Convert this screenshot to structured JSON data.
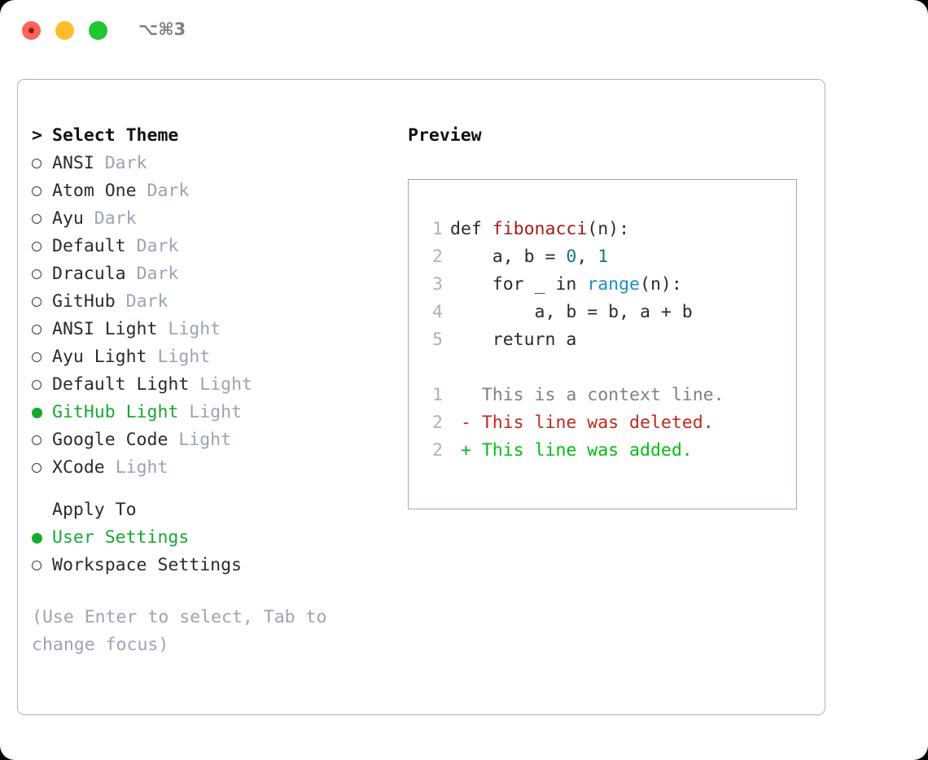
{
  "titlebar": {
    "shortcut": "⌥⌘3",
    "lights": [
      "close",
      "minimize",
      "zoom"
    ]
  },
  "left": {
    "header": {
      "caret": ">",
      "label": "Select Theme"
    },
    "themes": [
      {
        "name": "ANSI",
        "badge": "Dark",
        "selected": false
      },
      {
        "name": "Atom One",
        "badge": "Dark",
        "selected": false
      },
      {
        "name": "Ayu",
        "badge": "Dark",
        "selected": false
      },
      {
        "name": "Default",
        "badge": "Dark",
        "selected": false
      },
      {
        "name": "Dracula",
        "badge": "Dark",
        "selected": false
      },
      {
        "name": "GitHub",
        "badge": "Dark",
        "selected": false
      },
      {
        "name": "ANSI Light",
        "badge": "Light",
        "selected": false
      },
      {
        "name": "Ayu Light",
        "badge": "Light",
        "selected": false
      },
      {
        "name": "Default Light",
        "badge": "Light",
        "selected": false
      },
      {
        "name": "GitHub Light",
        "badge": "Light",
        "selected": true
      },
      {
        "name": "Google Code",
        "badge": "Light",
        "selected": false
      },
      {
        "name": "XCode",
        "badge": "Light",
        "selected": false
      }
    ],
    "apply_to": {
      "header": "Apply To",
      "options": [
        {
          "name": "User Settings",
          "selected": true
        },
        {
          "name": "Workspace Settings",
          "selected": false
        }
      ]
    },
    "hint": "(Use Enter to select, Tab to change focus)"
  },
  "right": {
    "title": "Preview",
    "code": [
      {
        "no": "1",
        "parts": [
          {
            "t": "def ",
            "c": "plain"
          },
          {
            "t": "fibonacci",
            "c": "fn"
          },
          {
            "t": "(n):",
            "c": "plain"
          }
        ]
      },
      {
        "no": "2",
        "parts": [
          {
            "t": "    a, b = ",
            "c": "plain"
          },
          {
            "t": "0",
            "c": "num"
          },
          {
            "t": ", ",
            "c": "plain"
          },
          {
            "t": "1",
            "c": "num"
          }
        ]
      },
      {
        "no": "3",
        "parts": [
          {
            "t": "    for _ in ",
            "c": "plain"
          },
          {
            "t": "range",
            "c": "call"
          },
          {
            "t": "(n):",
            "c": "plain"
          }
        ]
      },
      {
        "no": "4",
        "parts": [
          {
            "t": "        a, b = b, a + b",
            "c": "plain"
          }
        ]
      },
      {
        "no": "5",
        "parts": [
          {
            "t": "    return a",
            "c": "plain"
          }
        ]
      }
    ],
    "diff": [
      {
        "no": "1",
        "sign": " ",
        "text": "This is a context line.",
        "kind": "ctx"
      },
      {
        "no": "2",
        "sign": "-",
        "text": "This line was deleted.",
        "kind": "del"
      },
      {
        "no": "2",
        "sign": "+",
        "text": "This line was added.",
        "kind": "add"
      }
    ]
  },
  "colors": {
    "accent_green": "#17a831",
    "badge_gray": "#9aa4b3",
    "border": "#aab4c2",
    "preview_border": "#9aa8b8",
    "diff_add": "#00bf12",
    "diff_del": "#c0281c",
    "diff_ctx": "#808080",
    "token_function": "#a61b17",
    "token_number": "#0d7b7b",
    "token_call": "#1a8fc4"
  }
}
